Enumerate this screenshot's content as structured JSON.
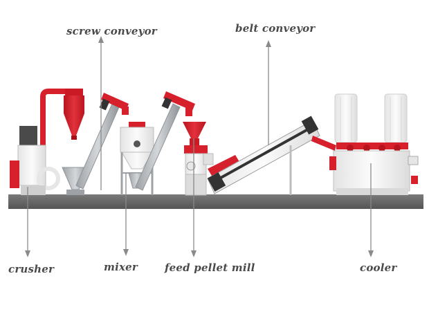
{
  "labels": {
    "screw_conveyor": "screw conveyor",
    "belt_conveyor": "belt conveyor",
    "crusher": "crusher",
    "mixer": "mixer",
    "feed_pellet_mill": "feed pellet mill",
    "cooler": "cooler"
  },
  "colors": {
    "machine_red": "#d6202c",
    "machine_white": "#f2f2f2",
    "steel_grey": "#b9bcc0",
    "floor": "#6b6b6b",
    "arrow": "#8a8a8a",
    "label_text": "#4a4a4a"
  }
}
